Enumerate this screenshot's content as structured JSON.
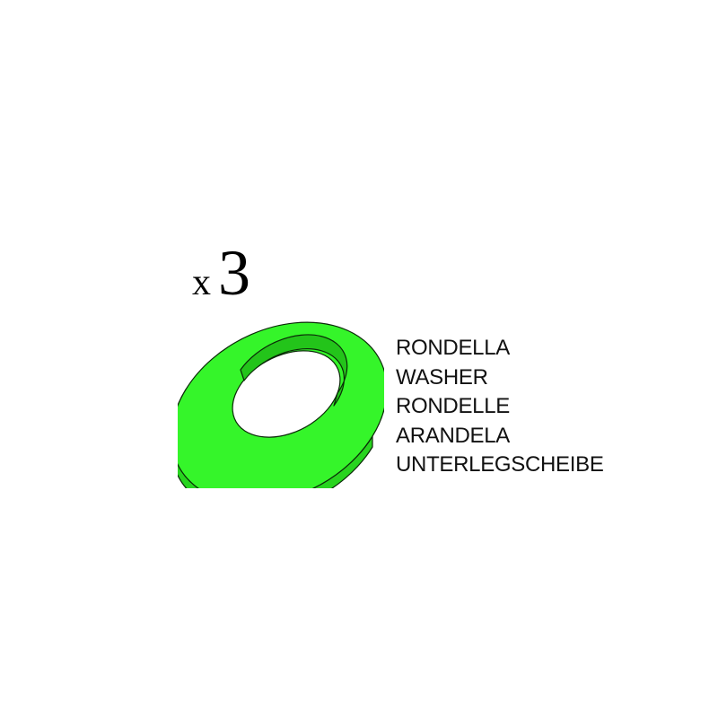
{
  "part": {
    "quantity_prefix": "x",
    "quantity_value": "3",
    "color": "#35f52a",
    "names": [
      "RONDELLA",
      "WASHER",
      "RONDELLE",
      "ARANDELA",
      "UNTERLEGSCHEIBE"
    ]
  }
}
